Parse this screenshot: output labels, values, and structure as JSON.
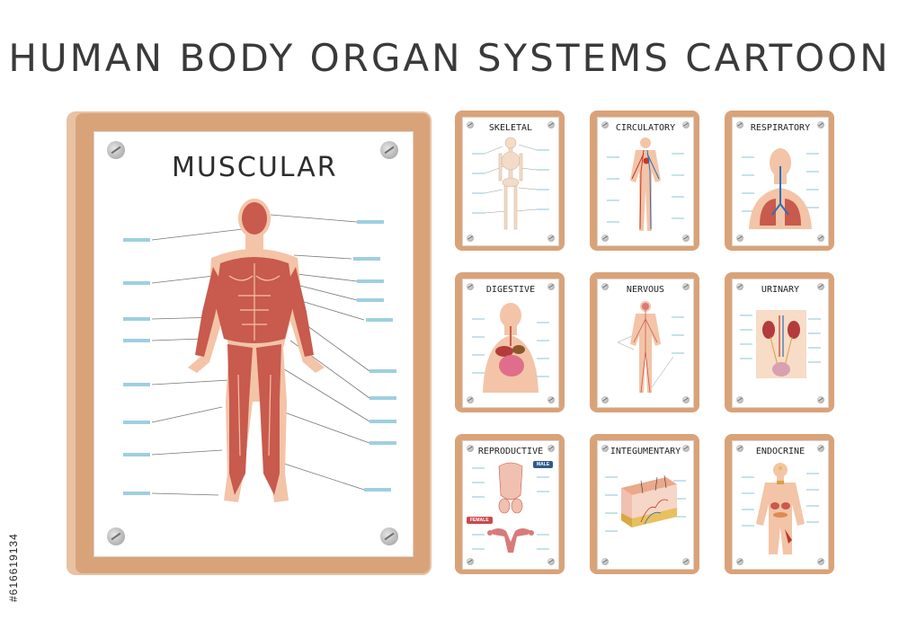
{
  "page": {
    "title": "HUMAN BODY ORGAN SYSTEMS CARTOON",
    "stock_id": "#616619134"
  },
  "main_poster": {
    "title": "MUSCULAR"
  },
  "cards": [
    {
      "key": "skeletal",
      "title": "SKELETAL"
    },
    {
      "key": "circulatory",
      "title": "CIRCULATORY"
    },
    {
      "key": "respiratory",
      "title": "RESPIRATORY"
    },
    {
      "key": "digestive",
      "title": "DIGESTIVE"
    },
    {
      "key": "nervous",
      "title": "NERVOUS"
    },
    {
      "key": "urinary",
      "title": "URINARY"
    },
    {
      "key": "reproductive",
      "title": "REPRODUCTIVE",
      "tags": {
        "male": "MALE",
        "female": "FEMALE"
      }
    },
    {
      "key": "integumentary",
      "title": "INTEGUMENTARY"
    },
    {
      "key": "endocrine",
      "title": "ENDOCRINE"
    }
  ],
  "colors": {
    "frame": "#d9a37a",
    "skin": "#f3c4a7",
    "muscle": "#c85a4e",
    "label_line": "#9ecfe0",
    "male_tag": "#2f5b8a",
    "female_tag": "#c94a4a"
  }
}
